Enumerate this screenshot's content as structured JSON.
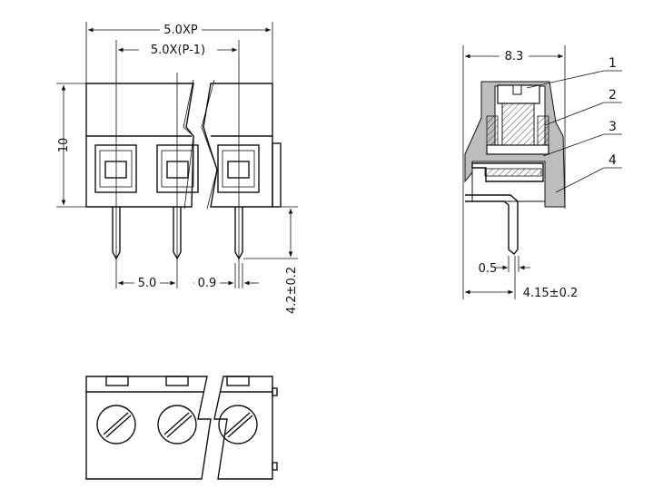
{
  "front_view": {
    "overall_width": "5.0XP",
    "pin_span": "5.0X(P-1)",
    "height": "10",
    "pitch": "5.0",
    "pin_width": "0.9",
    "pin_length": "4.2±0.2"
  },
  "side_view": {
    "width": "8.3",
    "pin_thickness": "0.5",
    "pin_offset": "4.15±0.2",
    "callouts": [
      "1",
      "2",
      "3",
      "4"
    ]
  },
  "colors": {
    "line": "#111111",
    "fill_gray": "#bdbdbd",
    "background": "#ffffff"
  }
}
